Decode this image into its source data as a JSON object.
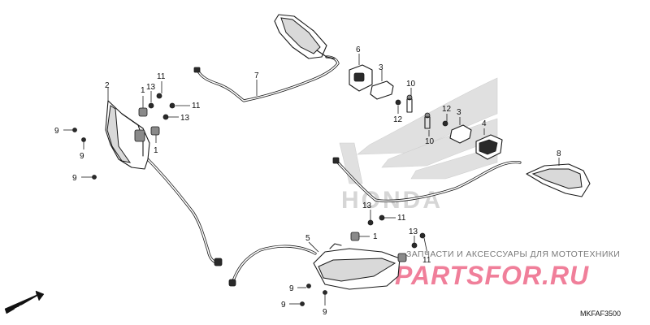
{
  "watermark_brand": "HONDA",
  "shop": {
    "tagline": "ЗАПЧАСТИ И АКСЕССУАРЫ ДЛЯ МОТОТЕХНИКИ",
    "logo": "PARTSFOR.RU",
    "logo_color": "#f07f9a"
  },
  "diagram_code": "MKFAF3500",
  "direction": "FR.",
  "callouts": {
    "c1": "1",
    "c2": "1",
    "c3": "1",
    "c4": "2",
    "c5": "3",
    "c6": "3",
    "c7": "4",
    "c8": "5",
    "c9": "6",
    "c10": "7",
    "c11": "8",
    "c12": "9",
    "c13": "9",
    "c14": "9",
    "c15": "9",
    "c16": "9",
    "c17": "9",
    "c18": "10",
    "c19": "10",
    "c20": "11",
    "c21": "11",
    "c22": "11",
    "c23": "11",
    "c24": "12",
    "c25": "12",
    "c26": "13",
    "c27": "13",
    "c28": "13",
    "c29": "13"
  }
}
